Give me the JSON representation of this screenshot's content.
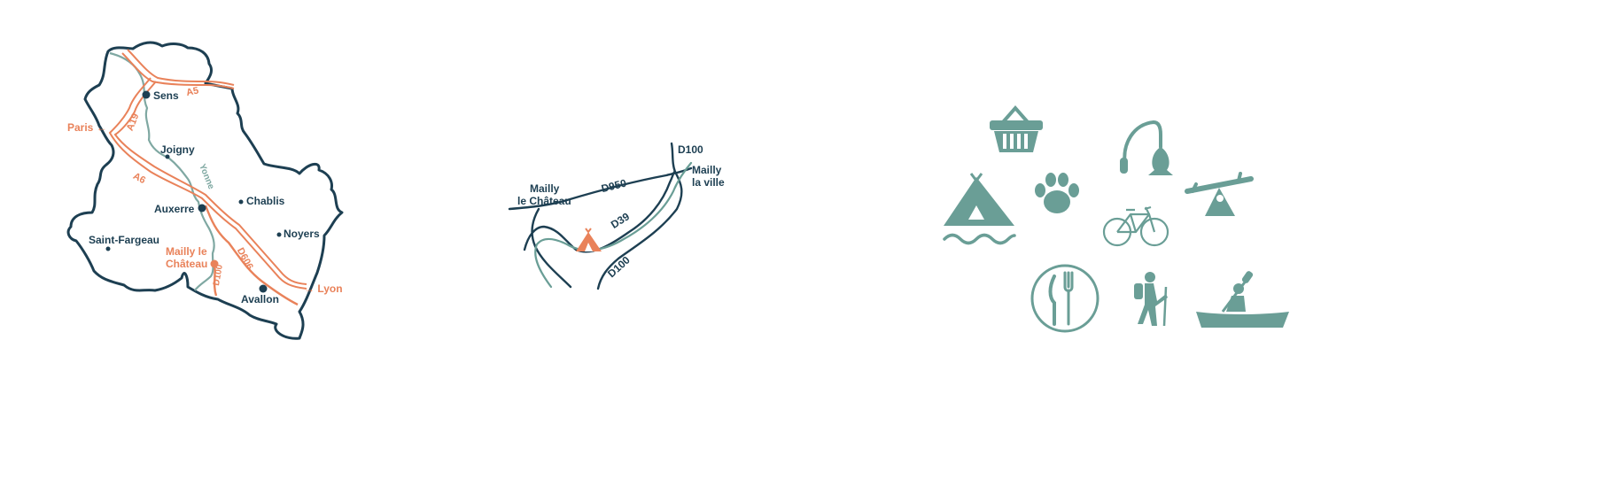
{
  "colors": {
    "navy": "#1d3f52",
    "orange": "#e9825a",
    "teal": "#6a9e96",
    "river": "#7fa8a2"
  },
  "region_map": {
    "cities": {
      "sens": "Sens",
      "joigny": "Joigny",
      "auxerre": "Auxerre",
      "chablis": "Chablis",
      "noyers": "Noyers",
      "saint_fargeau": "Saint-Fargeau",
      "avallon": "Avallon",
      "mailly_1": "Mailly le",
      "mailly_2": "Château"
    },
    "roads": {
      "a5": "A5",
      "a19": "A19",
      "a6": "A6",
      "d606": "D606",
      "d100": "D100"
    },
    "river": "Yonne",
    "directions": {
      "paris": "Paris ←",
      "lyon": "→ Lyon"
    }
  },
  "local_map": {
    "places": {
      "mailly_chateau_1": "Mailly",
      "mailly_chateau_2": "le Château",
      "mailly_ville_1": "Mailly",
      "mailly_ville_2": "la ville"
    },
    "roads": {
      "d950": "D950",
      "d39": "D39",
      "d100_top": "D100",
      "d100_bottom": "D100"
    }
  },
  "icons": [
    "shopping-basket-icon",
    "fishing-icon",
    "tent-by-water-icon",
    "paw-print-icon",
    "seesaw-playground-icon",
    "bicycle-icon",
    "restaurant-icon",
    "hiker-icon",
    "kayak-icon"
  ]
}
